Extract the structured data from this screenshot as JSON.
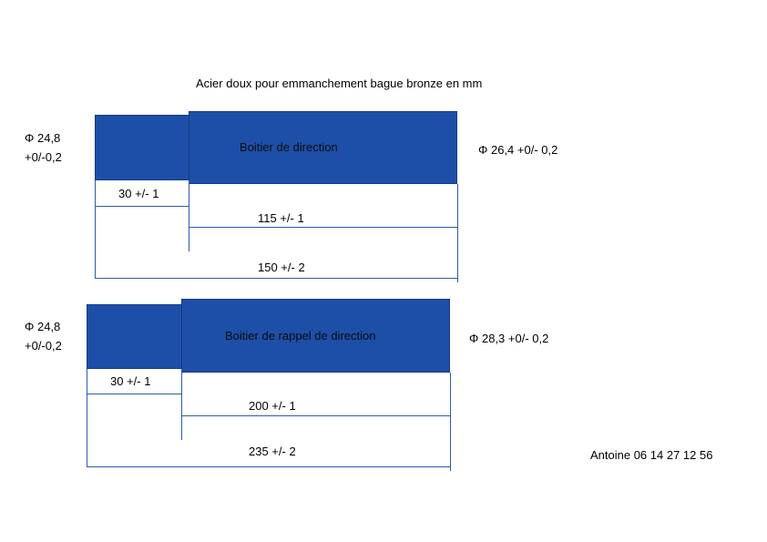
{
  "title": "Acier doux pour emmanchement bague bronze en mm",
  "parts": [
    {
      "label": "Boitier de direction",
      "diameter_small": [
        "Φ 24,8",
        "+0/-0,2"
      ],
      "diameter_large": "Φ 26,4 +0/- 0,2",
      "dim_short": "30 +/- 1",
      "dim_middle": "115 +/- 1",
      "dim_total": "150 +/- 2"
    },
    {
      "label": "Boitier de rappel de  direction",
      "diameter_small": [
        "Φ 24,8",
        "+0/-0,2"
      ],
      "diameter_large": "Φ 28,3 +0/- 0,2",
      "dim_short": "30 +/- 1",
      "dim_middle": "200 +/- 1",
      "dim_total": "235 +/- 2"
    }
  ],
  "contact": "Antoine 06 14 27 12 56",
  "colors": {
    "part_fill": "#1d4fa8",
    "dimension_line": "#2f5aa8"
  }
}
